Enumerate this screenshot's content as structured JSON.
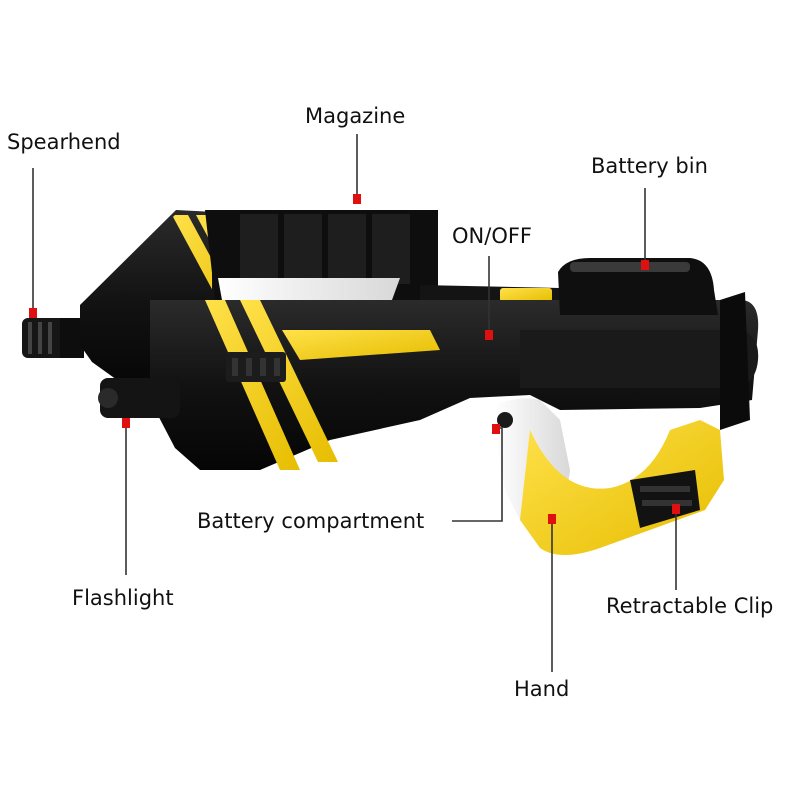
{
  "labels": {
    "spearhead": "Spearhend",
    "magazine": "Magazine",
    "battery_bin": "Battery bin",
    "on_off": "ON/OFF",
    "battery_compartment": "Battery compartment",
    "flashlight": "Flashlight",
    "retractable_clip": "Retractable Clip",
    "hand": "Hand"
  },
  "colors": {
    "body": "#151515",
    "accent": "#f2cf14",
    "grip": "#ffffff",
    "marker": "#e01010"
  }
}
